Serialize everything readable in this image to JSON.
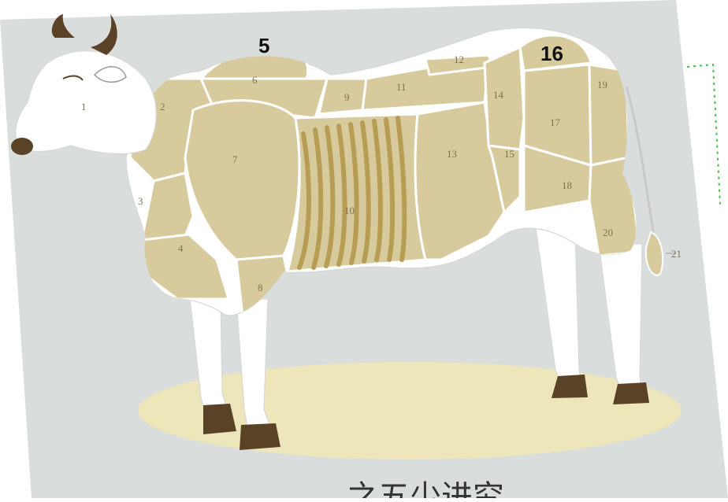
{
  "colors": {
    "background_panel": "#d9dddc",
    "meat": "#d7cb9e",
    "rib_stripes": "#b79d54",
    "ground_shadow": "#f0e7b7",
    "hooves": "#5a4226",
    "dotted_line": "#3fbf4a",
    "labels": "#7d7350"
  },
  "diagram": {
    "highlighted_labels": {
      "a": "5",
      "b": "16"
    },
    "cut_labels": [
      "1",
      "2",
      "3",
      "4",
      "6",
      "7",
      "8",
      "9",
      "10",
      "11",
      "12",
      "13",
      "14",
      "15",
      "17",
      "18",
      "19",
      "20",
      "21"
    ]
  },
  "caption": "之五少进究"
}
